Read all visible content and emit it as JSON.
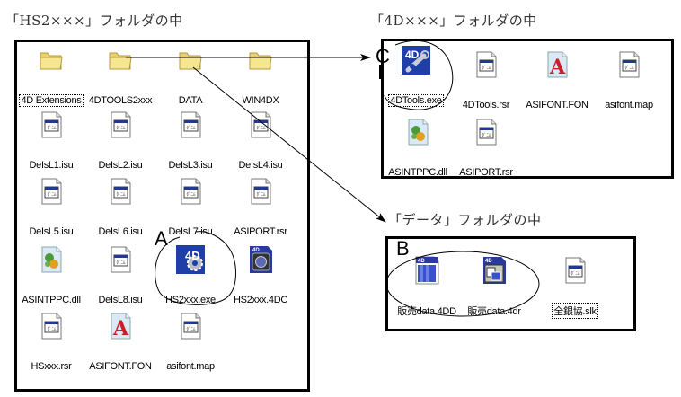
{
  "headings": {
    "hs2_folder": "「HS2×××」フォルダの中",
    "fourd_folder": "「4D×××」フォルダの中",
    "data_folder": "「データ」フォルダの中"
  },
  "markers": {
    "a": "A",
    "b": "B",
    "c": "C"
  },
  "hs2_folder": {
    "items": [
      {
        "label": "4D Extensions",
        "icon": "folder-icon",
        "selected": true
      },
      {
        "label": "4DTOOLS2xxx",
        "icon": "folder-icon"
      },
      {
        "label": "DATA",
        "icon": "folder-icon"
      },
      {
        "label": "WIN4DX",
        "icon": "folder-icon"
      },
      {
        "label": "DeIsL1.isu",
        "icon": "document-icon"
      },
      {
        "label": "DeIsL2.isu",
        "icon": "document-icon"
      },
      {
        "label": "DeIsL3.isu",
        "icon": "document-icon"
      },
      {
        "label": "DeIsL4.isu",
        "icon": "document-icon"
      },
      {
        "label": "DeIsL5.isu",
        "icon": "document-icon"
      },
      {
        "label": "DeIsL6.isu",
        "icon": "document-icon"
      },
      {
        "label": "DeIsL7.isu",
        "icon": "document-icon"
      },
      {
        "label": "ASIPORT.rsr",
        "icon": "document-icon"
      },
      {
        "label": "ASINTPPC.dll",
        "icon": "dll-icon"
      },
      {
        "label": "DeIsL8.isu",
        "icon": "document-icon"
      },
      {
        "label": "HS2xxx.exe",
        "icon": "4d-app-icon"
      },
      {
        "label": "HS2xxx.4DC",
        "icon": "4d-structure-icon"
      },
      {
        "label": "HSxxx.rsr",
        "icon": "document-icon"
      },
      {
        "label": "ASIFONT.FON",
        "icon": "font-icon"
      },
      {
        "label": "asifont.map",
        "icon": "document-icon"
      }
    ]
  },
  "fourd_folder": {
    "items": [
      {
        "label": "4DTools.exe",
        "icon": "4d-tools-icon",
        "selected": true
      },
      {
        "label": "4DTools.rsr",
        "icon": "document-icon"
      },
      {
        "label": "ASIFONT.FON",
        "icon": "font-icon"
      },
      {
        "label": "asifont.map",
        "icon": "document-icon"
      },
      {
        "label": "ASINTPPC.dll",
        "icon": "dll-icon"
      },
      {
        "label": "ASIPORT.rsr",
        "icon": "document-icon"
      }
    ]
  },
  "data_folder": {
    "items": [
      {
        "label": "販売data.4DD",
        "icon": "4d-data-icon"
      },
      {
        "label": "販売data.4dr",
        "icon": "4d-datafile-icon"
      },
      {
        "label": "全銀協.slk",
        "icon": "document-icon",
        "selected": true
      }
    ]
  }
}
